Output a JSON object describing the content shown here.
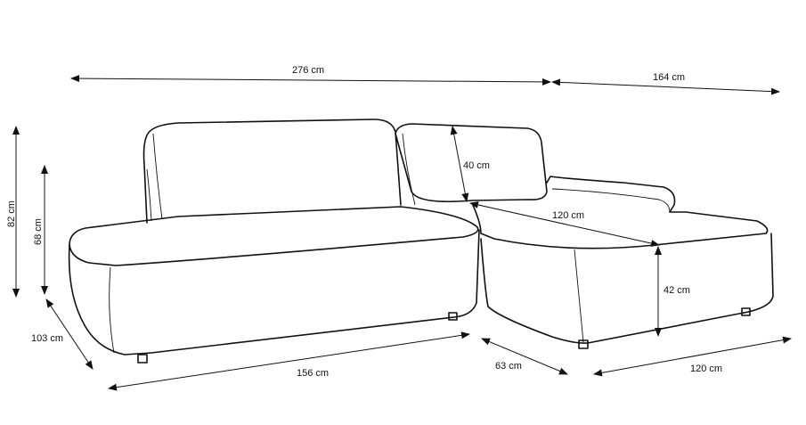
{
  "title": "Corner sofa dimensions",
  "dimensions": {
    "total_width": "276 cm",
    "chaise_depth_top": "164 cm",
    "total_height": "82 cm",
    "back_height": "68 cm",
    "cushion_height": "40 cm",
    "chaise_inner_length": "120 cm",
    "seat_height": "42 cm",
    "seat_depth": "103 cm",
    "front_width": "156 cm",
    "chaise_front_width": "63 cm",
    "chaise_length": "120 cm"
  }
}
